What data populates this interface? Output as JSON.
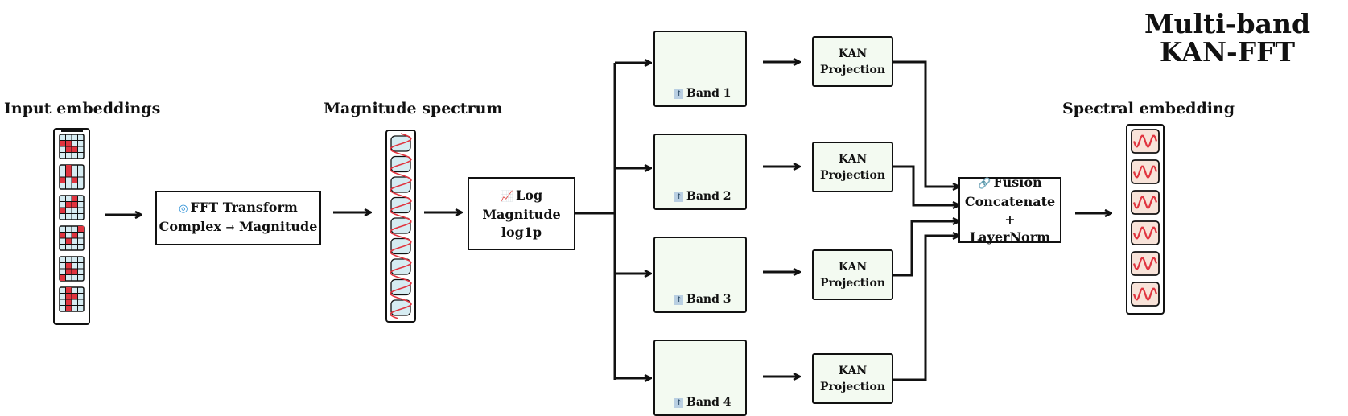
{
  "title": {
    "line1": "Multi-band",
    "line2": "KAN-FFT"
  },
  "labels": {
    "input": "Input embeddings",
    "magnitude": "Magnitude spectrum",
    "spectral": "Spectral embedding"
  },
  "fft": {
    "icon": "swirl-icon",
    "line1": "FFT Transform",
    "line2_a": "Complex",
    "line2_arrow": "→",
    "line2_b": "Magnitude"
  },
  "log": {
    "icon": "chart-up-icon",
    "line1": "Log",
    "line2": "Magnitude",
    "line3": "log1p"
  },
  "bands": [
    {
      "label": "Band 1",
      "icon": "pin-icon"
    },
    {
      "label": "Band 2",
      "icon": "pin-icon"
    },
    {
      "label": "Band 3",
      "icon": "pin-icon"
    },
    {
      "label": "Band 4",
      "icon": "pin-icon"
    }
  ],
  "kan": [
    {
      "line1": "KAN",
      "line2": "Projection"
    },
    {
      "line1": "KAN",
      "line2": "Projection"
    },
    {
      "line1": "KAN",
      "line2": "Projection"
    },
    {
      "line1": "KAN",
      "line2": "Projection"
    }
  ],
  "fusion": {
    "icon": "link-icon",
    "line1": "Fusion",
    "line2": "Concatenate +",
    "line3": "LayerNorm"
  },
  "colors": {
    "accent_red": "#e0343f",
    "cell_blue": "#d6ecf2",
    "band_green": "#f3faf1",
    "spectral_bg": "#f8e3d9",
    "stroke": "#111111"
  }
}
